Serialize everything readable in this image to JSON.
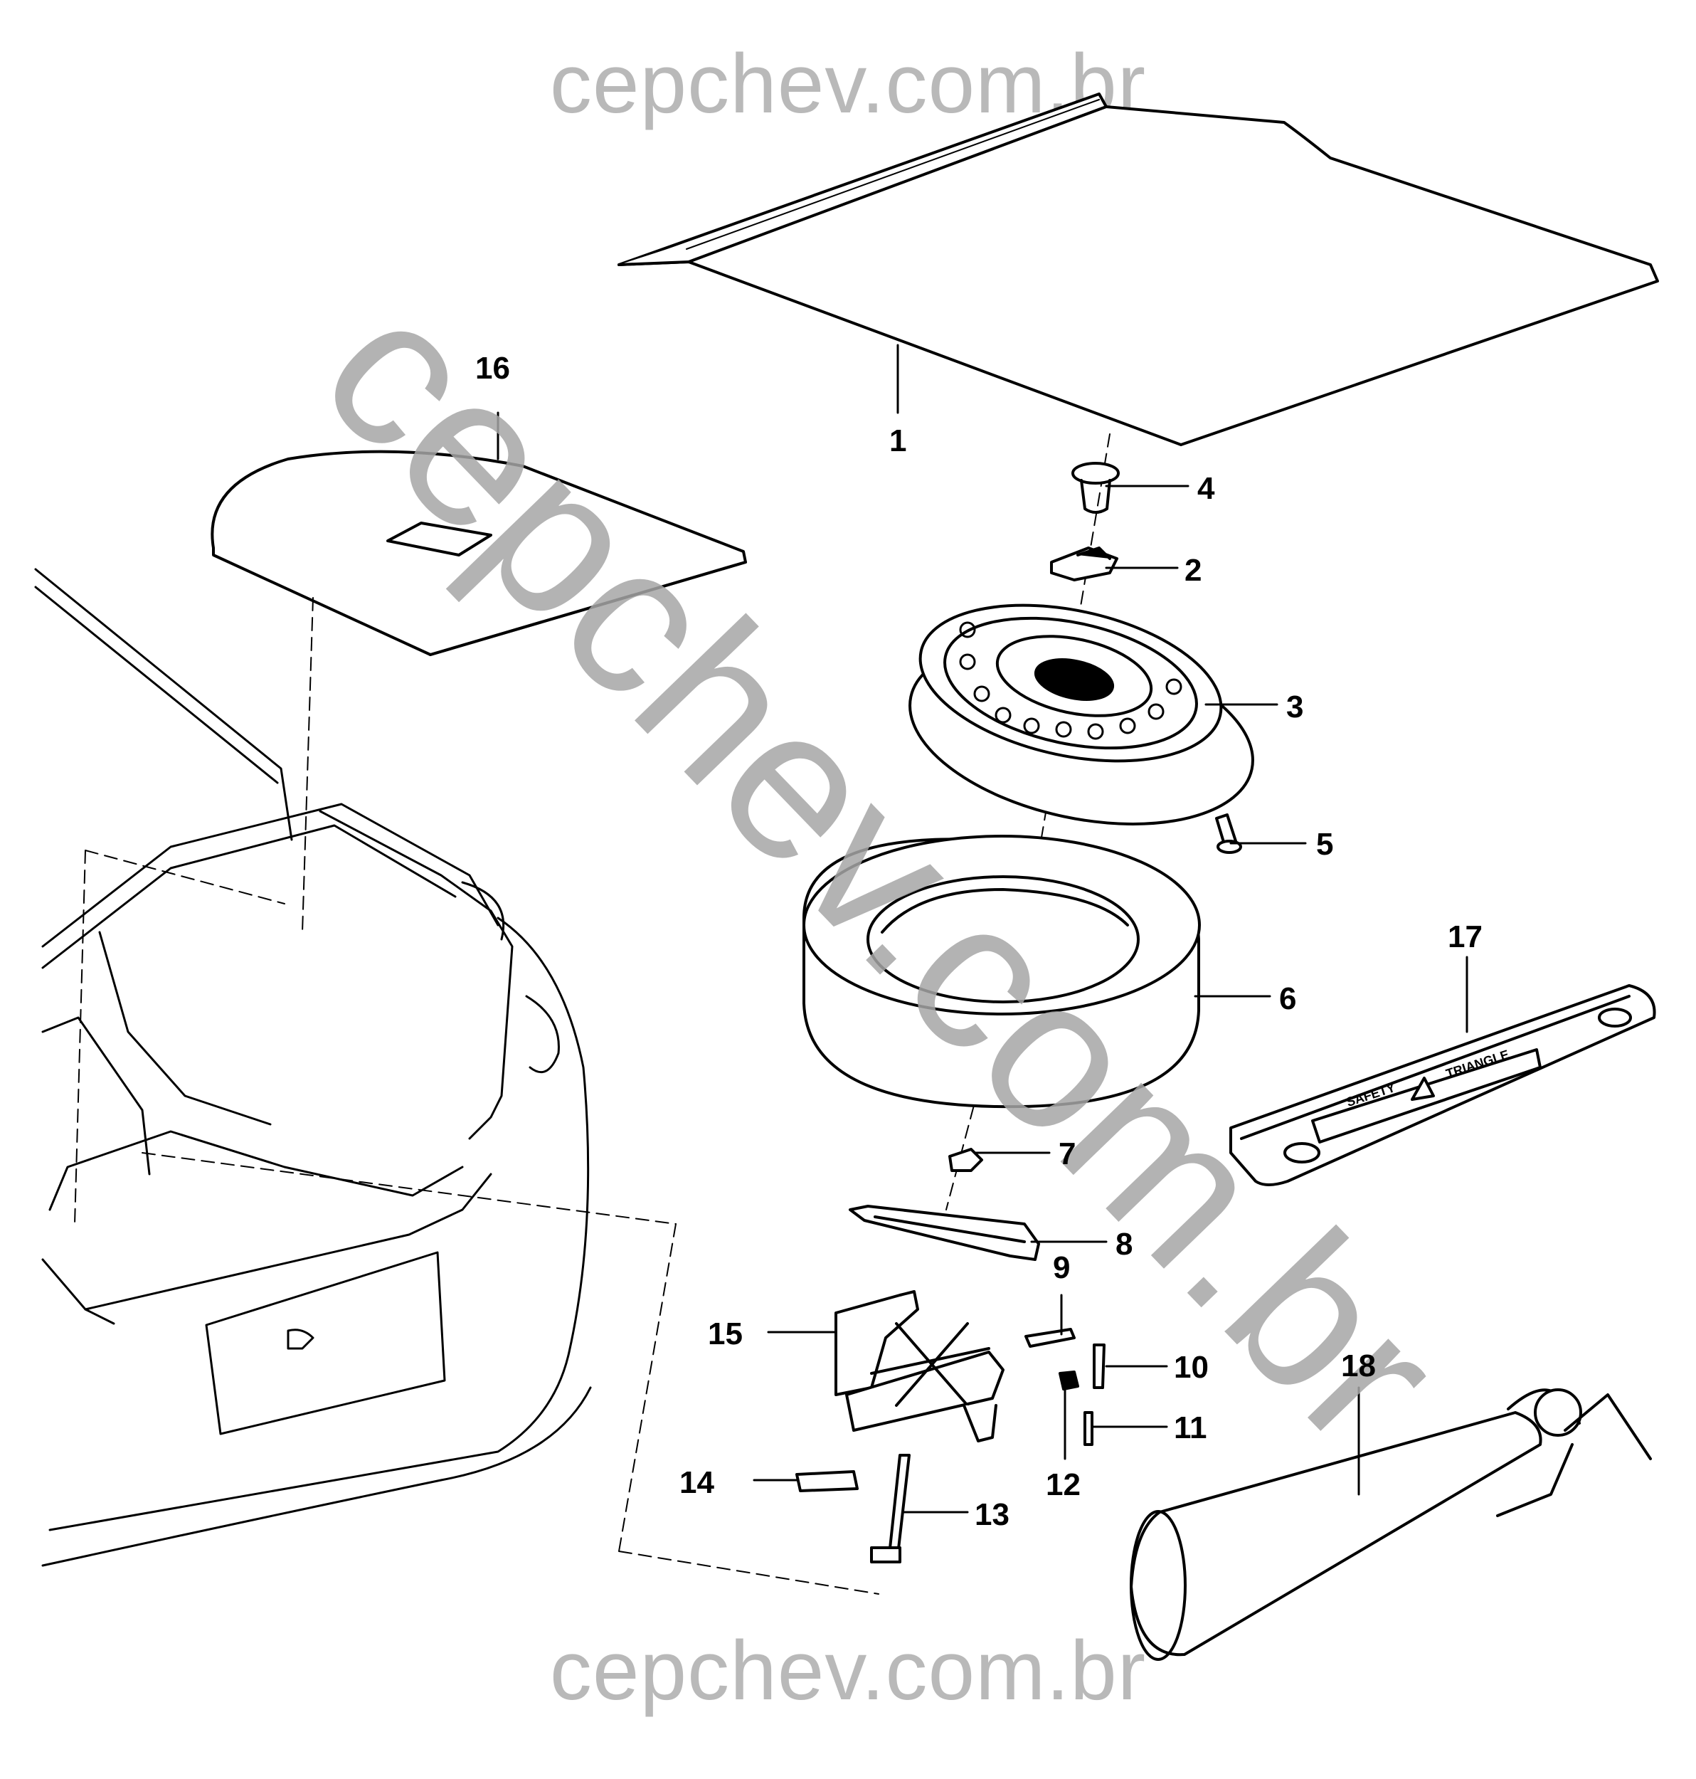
{
  "watermark": {
    "top": "cepchev.com.br",
    "bottom": "cepchev.com.br",
    "diagonal": "cepchev.com.br"
  },
  "diagram": {
    "parts": [
      {
        "id": "1",
        "name": "luggage-compartment-floor-cover"
      },
      {
        "id": "2",
        "name": "spare-wheel-retainer"
      },
      {
        "id": "3",
        "name": "spare-wheel-rim"
      },
      {
        "id": "4",
        "name": "retainer-bolt"
      },
      {
        "id": "5",
        "name": "wheel-bolt"
      },
      {
        "id": "6",
        "name": "spare-tire"
      },
      {
        "id": "7",
        "name": "clip"
      },
      {
        "id": "8",
        "name": "wheel-wrench"
      },
      {
        "id": "9",
        "name": "label"
      },
      {
        "id": "10",
        "name": "pin"
      },
      {
        "id": "11",
        "name": "bolt"
      },
      {
        "id": "12",
        "name": "nut"
      },
      {
        "id": "13",
        "name": "jack-handle"
      },
      {
        "id": "14",
        "name": "label"
      },
      {
        "id": "15",
        "name": "jack"
      },
      {
        "id": "16",
        "name": "spare-wheel-cover"
      },
      {
        "id": "17",
        "name": "warning-triangle-case"
      },
      {
        "id": "18",
        "name": "fire-extinguisher"
      }
    ],
    "triangle_case_text": [
      "SAFETY",
      "TRIANGLE"
    ]
  },
  "colors": {
    "ink": "#000000",
    "watermark": "#b9b9b9",
    "paper": "#ffffff"
  }
}
